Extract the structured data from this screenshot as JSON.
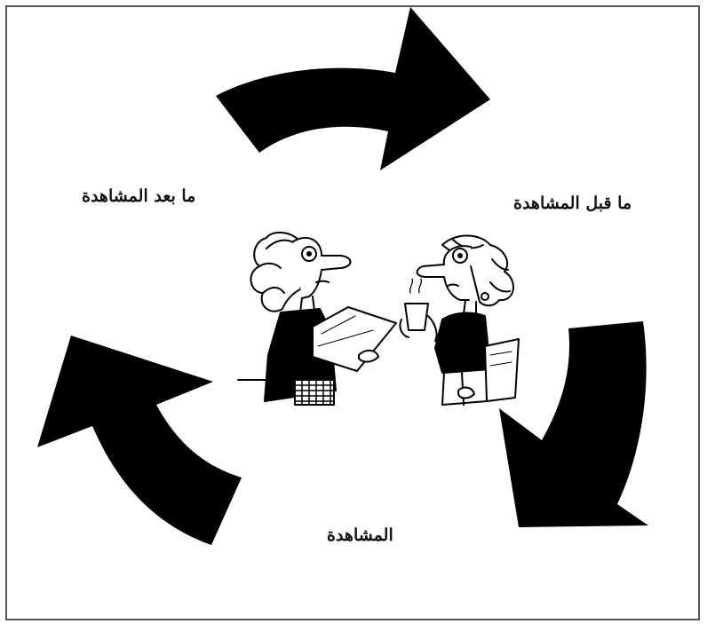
{
  "stages": {
    "pre_observation": "ما قبل المشاهدة",
    "post_observation": "ما بعد المشاهدة",
    "observation": "المشاهدة"
  },
  "colors": {
    "arrow": "#000000",
    "background": "#ffffff",
    "frame": "#555555"
  },
  "illustration": "two-teachers-talking"
}
